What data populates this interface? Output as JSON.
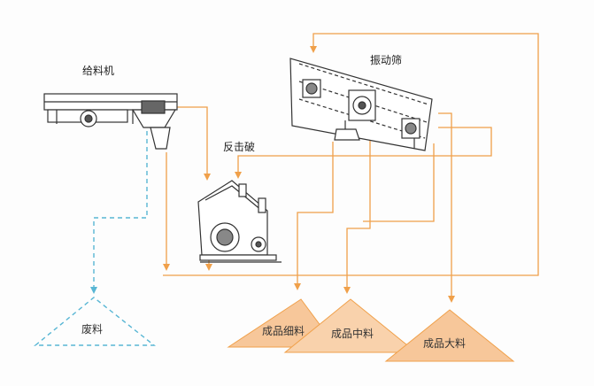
{
  "labels": {
    "feeder": "给料机",
    "impact_crusher": "反击破",
    "vibrating_screen": "振动筛",
    "waste": "废料",
    "fine_product": "成品细料",
    "medium_product": "成品中料",
    "coarse_product": "成品大料"
  },
  "colors": {
    "flow_line": "#f0a04a",
    "waste_line": "#58b6d4",
    "pile_fill": "#f7c79a",
    "machine_stroke": "#333333"
  }
}
